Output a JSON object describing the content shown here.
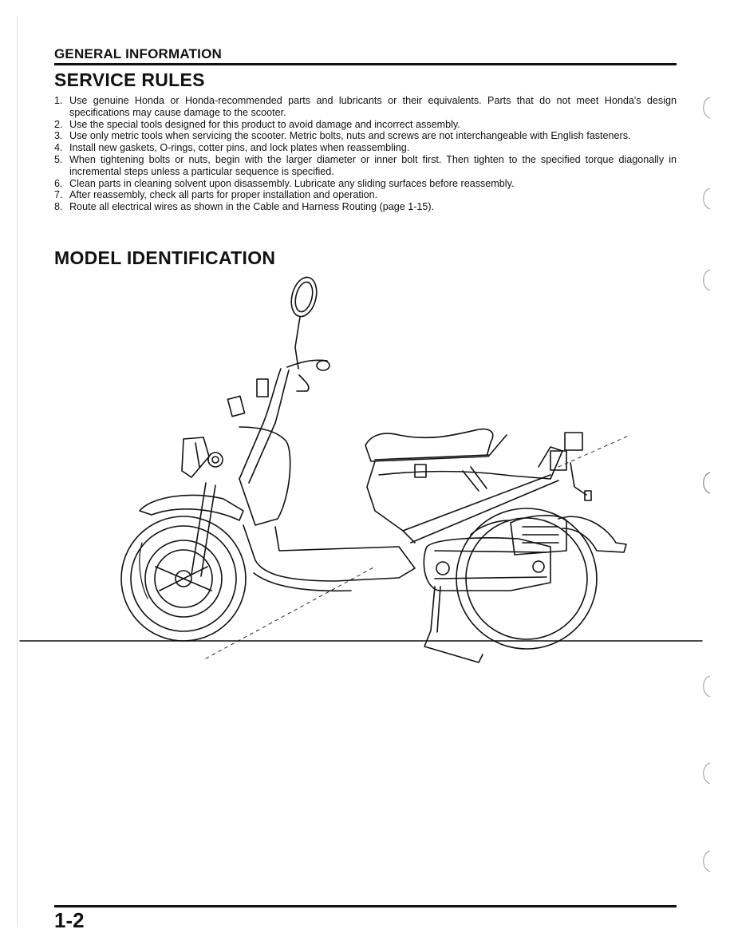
{
  "header": {
    "section": "GENERAL INFORMATION"
  },
  "service_rules": {
    "title": "SERVICE RULES",
    "items": [
      {
        "num": "1.",
        "text": "Use genuine Honda or Honda-recommended parts and lubricants or their equivalents. Parts that do not meet Honda's design specifications may cause damage to the scooter."
      },
      {
        "num": "2.",
        "text": "Use the special tools designed for this product to avoid damage and incorrect assembly."
      },
      {
        "num": "3.",
        "text": "Use only metric tools when servicing the scooter. Metric bolts, nuts and screws are not interchangeable with English fasteners."
      },
      {
        "num": "4.",
        "text": "Install new gaskets, O-rings, cotter pins, and lock plates when reassembling."
      },
      {
        "num": "5.",
        "text": "When tightening bolts or nuts, begin with the larger diameter or inner bolt first. Then tighten to the specified torque diagonally in incremental steps unless a particular sequence is specified."
      },
      {
        "num": "6.",
        "text": "Clean parts in cleaning solvent upon disassembly. Lubricate any sliding surfaces before reassembly."
      },
      {
        "num": "7.",
        "text": "After reassembly, check all parts for proper installation and operation."
      },
      {
        "num": "8.",
        "text": "Route all electrical wires as shown in the Cable and Harness Routing (page 1-15)."
      }
    ]
  },
  "model_identification": {
    "title": "MODEL IDENTIFICATION",
    "illustration": "scooter-side-view-illustration"
  },
  "footer": {
    "page_number": "1-2"
  }
}
